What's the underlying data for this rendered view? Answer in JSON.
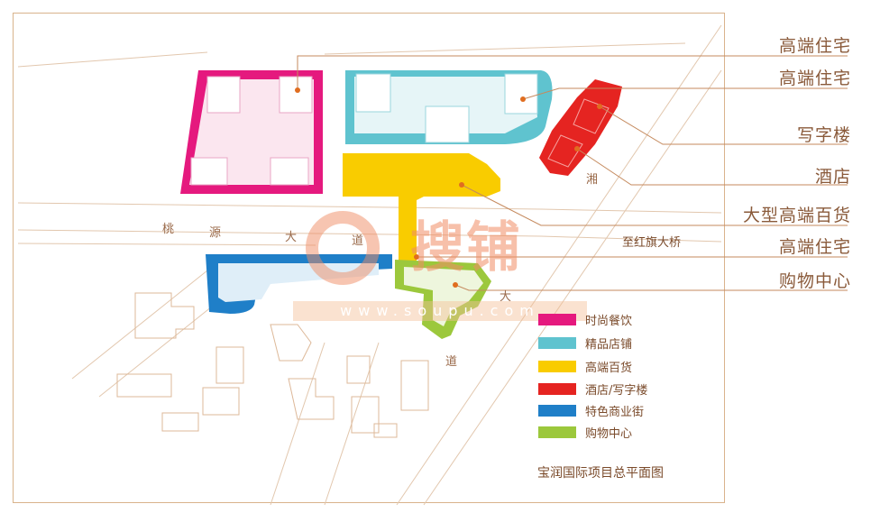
{
  "callouts": [
    "高端住宅",
    "高端住宅",
    "写字楼",
    "酒店",
    "大型高端百货",
    "高端住宅",
    "购物中心"
  ],
  "bridge_label": "至红旗大桥",
  "roads": {
    "taoyuan": [
      "桃",
      "源",
      "大",
      "道"
    ],
    "diagonal": [
      "湘",
      "大",
      "道"
    ]
  },
  "legend": [
    {
      "label": "时尚餐饮",
      "color": "#e5197e"
    },
    {
      "label": "精品店铺",
      "color": "#5fc3cf"
    },
    {
      "label": "高端百货",
      "color": "#f9cc00"
    },
    {
      "label": "酒店/写字楼",
      "color": "#e52421"
    },
    {
      "label": "特色商业街",
      "color": "#1f7fc8"
    },
    {
      "label": "购物中心",
      "color": "#9cc83c"
    }
  ],
  "map_title": "宝润国际项目总平面图",
  "watermark": {
    "text": "搜铺",
    "url": "www.soupu.com"
  }
}
